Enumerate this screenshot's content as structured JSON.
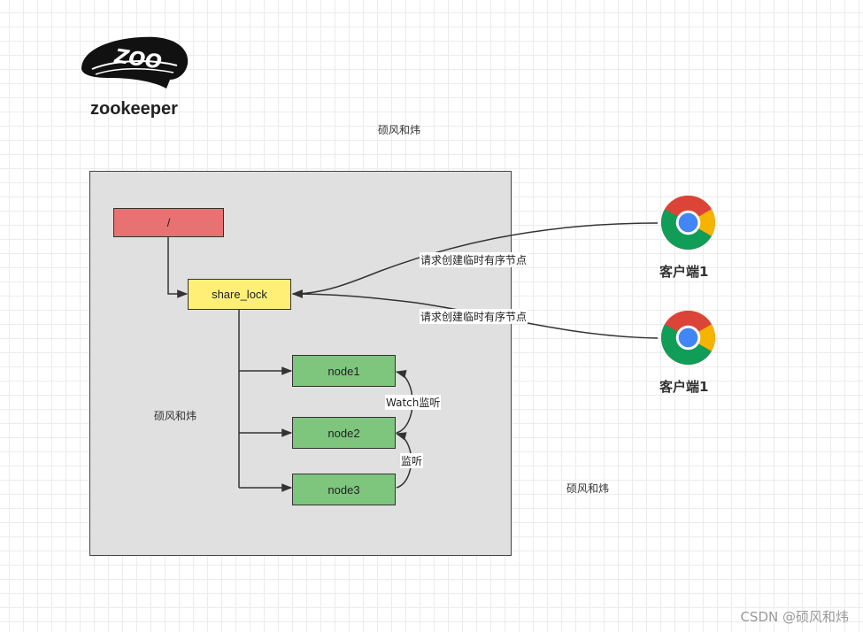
{
  "logo": {
    "icon": "zookeeper-logo-icon",
    "wordmark": "ZOO",
    "title": "zookeeper"
  },
  "watermarks": [
    "硕风和炜",
    "硕风和炜",
    "硕风和炜"
  ],
  "tree": {
    "root": "/",
    "lock": "share_lock",
    "nodes": [
      "node1",
      "node2",
      "node3"
    ]
  },
  "edges": {
    "request_label_1": "请求创建临时有序节点",
    "request_label_2": "请求创建临时有序节点",
    "watch_label": "Watch监听",
    "listen_label": "监听"
  },
  "clients": [
    {
      "label": "客户端1",
      "icon": "chrome-icon"
    },
    {
      "label": "客户端1",
      "icon": "chrome-icon"
    }
  ],
  "colors": {
    "panel": "#e0e0e0",
    "root_node": "#e87171",
    "lock_node": "#ffef77",
    "child_node": "#7ec57e"
  },
  "footer": "CSDN @硕风和炜"
}
